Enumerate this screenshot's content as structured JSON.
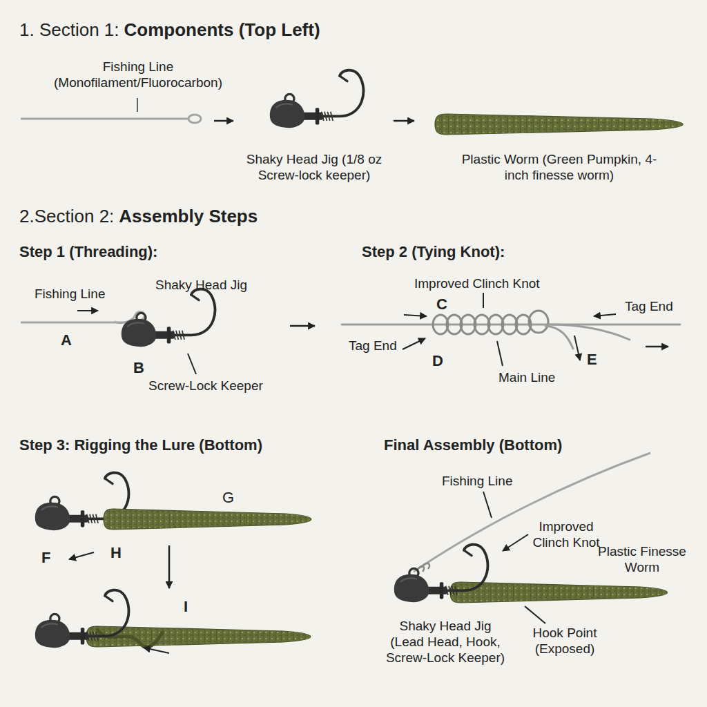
{
  "diagram": {
    "labels": [
      "1. Section 1:",
      "Components (Top Left)",
      "Fishing Line (Monofilament/Fluorocarbon)",
      "Shaky Head Jig (1/8 oz Screw-lock keeper)",
      "Plastic Worm (Green Pumpkin, 4-inch finesse worm)",
      "2.Section 2:",
      "Assembly Steps",
      "Step 1 (Threading):",
      "Fishing Line",
      "Shaky Head Jig",
      "A",
      "B",
      "Screw-Lock Keeper",
      "Step 2 (Tying Knot):",
      "Improved Clinch Knot",
      "C",
      "Tag End",
      "Tag End",
      "D",
      "Main Line",
      "E",
      "Step 3: Rigging the Lure (Bottom)",
      "G",
      "F",
      "H",
      "I",
      "Final Assembly (Bottom)",
      "Fishing Line",
      "Improved Clinch Knot",
      "Plastic Finesse Worm",
      "Shaky Head Jig (Lead Head, Hook, Screw-Lock Keeper)",
      "Hook Point (Exposed)"
    ]
  }
}
